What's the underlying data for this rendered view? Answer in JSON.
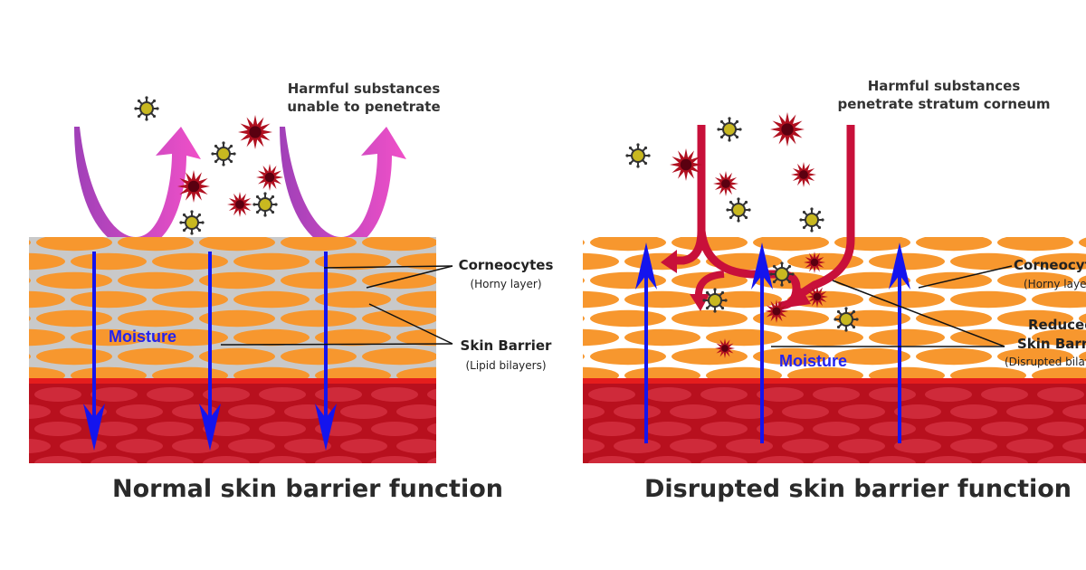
{
  "left": {
    "heading_line1": "Harmful substances",
    "heading_line2": "unable to penetrate",
    "label_corneocytes": "Corneocytes",
    "label_corneocytes_sub": "(Horny layer)",
    "label_barrier": "Skin Barrier",
    "label_barrier_sub": "(Lipid bilayers)",
    "moisture": "Moisture",
    "title": "Normal skin barrier function"
  },
  "right": {
    "heading_line1": "Harmful substances",
    "heading_line2": "penetrate stratum corneum",
    "label_corneocytes": "Corneocytes",
    "label_corneocytes_sub": "(Horny layer)",
    "label_barrier_line1": "Reduced",
    "label_barrier_line2": "Skin Barrier",
    "label_barrier_sub": "(Disrupted bilayers)",
    "moisture": "Moisture",
    "title": "Disrupted skin barrier function"
  },
  "colors": {
    "corneocyte": "#f7972e",
    "lipid": "#c9c9c9",
    "dermis": "#b8101e",
    "moisture_arrow": "#1414ee",
    "deflect_arrow": "#d940b8",
    "penetrate_arrow": "#c8103a"
  }
}
